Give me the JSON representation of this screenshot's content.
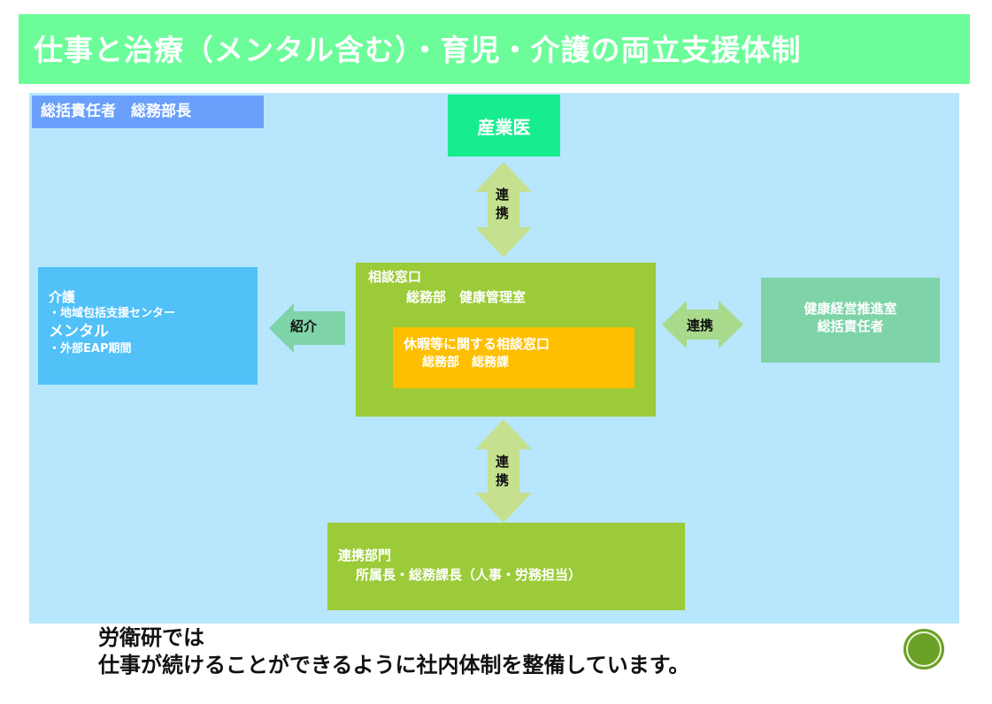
{
  "title": "仕事と治療（メンタル含む）・育児・介護の両立支援体制",
  "manager": {
    "label": "総括責任者　総務部長"
  },
  "occupational_doctor": {
    "label": "産業医"
  },
  "care_box": {
    "heading1": "介護",
    "item1": "・地域包括支援センター",
    "heading2": "メンタル",
    "item2": "・外部EAP期間"
  },
  "consultation": {
    "title": "相談窓口",
    "subtitle": "総務部　健康管理室",
    "leave": {
      "title": "休暇等に関する相談窓口",
      "subtitle": "総務部　総務課"
    }
  },
  "health_promotion": {
    "line1": "健康経営推進室",
    "line2": "総括責任者"
  },
  "partner_dept": {
    "title": "連携部門",
    "subtitle": "所属長・総務課長（人事・労務担当）"
  },
  "arrows": {
    "top": "連携",
    "bottom": "連携",
    "right": "連携",
    "left": "紹介"
  },
  "footer": {
    "line1": "労衛研では",
    "line2": "仕事が続けることができるように社内体制を整備しています。"
  },
  "colors": {
    "title_banner": "#6cfd9a",
    "background": "#b8e6fc",
    "manager": "#6a9ffb",
    "doctor": "#17ed8e",
    "care": "#51c1f8",
    "consult": "#9bcb38",
    "leave": "#fdbf00",
    "health": "#7ed4a8",
    "arrow_link": "#c5e08e",
    "arrow_refer": "#7ed4a8"
  }
}
